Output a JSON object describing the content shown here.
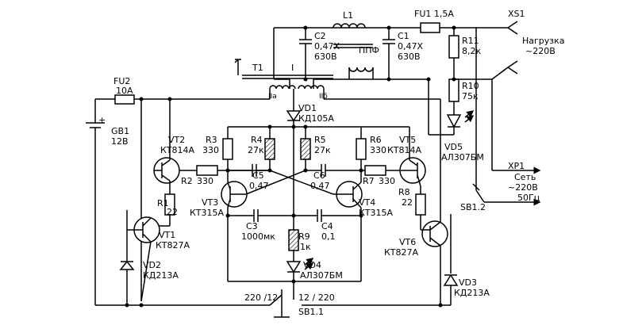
{
  "labels": {
    "xs1": "XS1",
    "fu1": "FU1 1,5A",
    "l1": "L1",
    "c2": "C2",
    "c2v": "0,47X",
    "c2u": "630B",
    "c1": "C1",
    "c1v": "0,47X",
    "c1u": "630B",
    "ppf": "ППФ",
    "r11": "R11",
    "r11v": "8,2к",
    "load1": "Нагрузка",
    "load2": "~220В",
    "t1": "T1",
    "w1": "I",
    "w2a": "IIa",
    "w2b": "IIб",
    "fu2": "FU2",
    "fu2v": "10A",
    "r10": "R10",
    "r10v": "75к",
    "vd1": "VD1",
    "vd1t": "КД105А",
    "plus": "+",
    "gb1": "GB1",
    "gb1v": "12В",
    "vt2": "VT2",
    "vt2t": "КТ814А",
    "r3": "R3",
    "r3v": "330",
    "r4": "R4",
    "r4v": "27к",
    "r5": "R5",
    "r5v": "27к",
    "r6": "R6",
    "r6v": "330",
    "vt5": "VT5",
    "vt5t": "КТ814А",
    "vd5": "VD5",
    "vd5t": "АЛ307БМ",
    "r2": "R2",
    "r2v": "330",
    "c5": "C5",
    "c5v": "0,47",
    "c6": "C6",
    "c6v": "0,47",
    "r7": "R7",
    "r7v": "330",
    "xp1": "XP1",
    "xp1a": "Сеть",
    "xp1b": "~220В",
    "xp1c": "50Гц",
    "r1": "R1",
    "r1v": "22",
    "vt3": "VT3",
    "vt3t": "КТ315А",
    "vt4": "VT4",
    "vt4t": "КТ315А",
    "r8": "R8",
    "r8v": "22",
    "sb12": "SB1.2",
    "c3": "C3",
    "c3v": "1000мк",
    "c4": "C4",
    "c4v": "0,1",
    "vt1": "VT1",
    "vt1t": "КТ827А",
    "r9": "R9",
    "r9v": "1к",
    "vt6": "VT6",
    "vt6t": "КТ827А",
    "vd2": "VD2",
    "vd2t": "КД213А",
    "vd4": "VD4",
    "vd4t": "АЛ307БМ",
    "vd3": "VD3",
    "vd3t": "КД213А",
    "sw_left": "220 /12",
    "sw_right": "12 / 220",
    "sb11": "SB1.1"
  }
}
